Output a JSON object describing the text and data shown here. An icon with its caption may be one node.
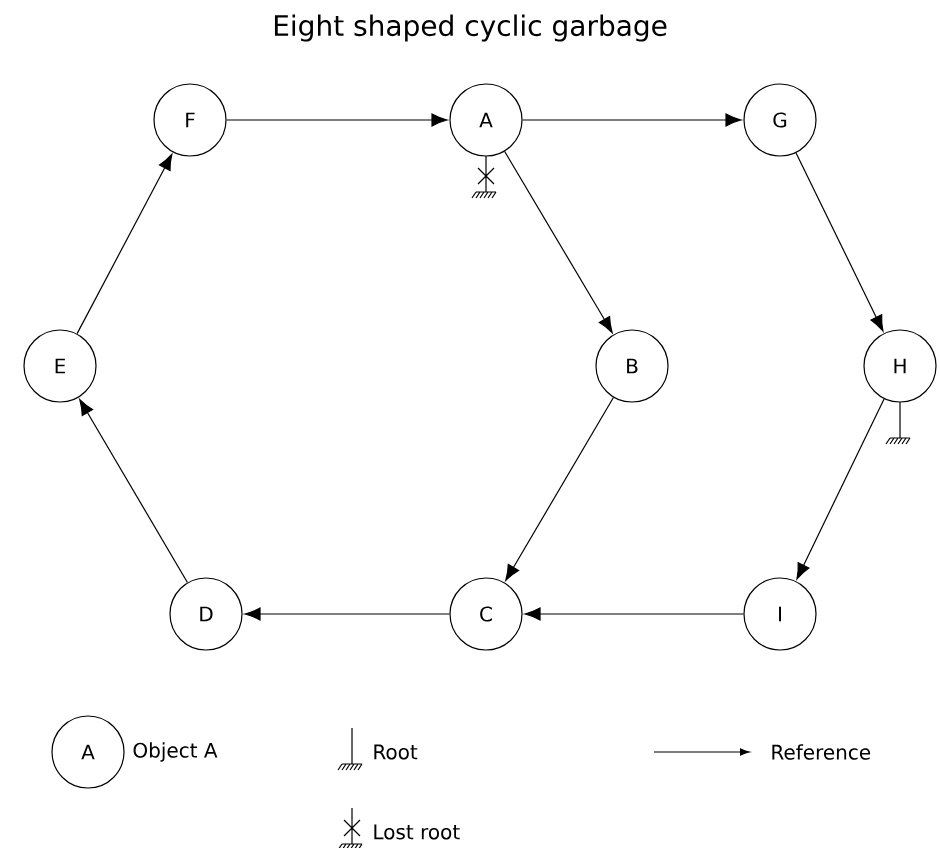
{
  "diagram": {
    "title": "Eight shaped cyclic garbage",
    "nodes": [
      {
        "text": [
          "F"
        ]
      },
      {
        "text": [
          "A"
        ]
      },
      {
        "text": [
          "G"
        ]
      },
      {
        "text": [
          "E"
        ]
      },
      {
        "text": [
          "B"
        ]
      },
      {
        "text": [
          "H"
        ]
      },
      {
        "text": [
          "D"
        ]
      },
      {
        "text": [
          "C"
        ]
      },
      {
        "text": [
          "I"
        ]
      },
      {
        "text": [
          "A"
        ]
      }
    ],
    "edges": [
      {
        "from": 0,
        "to": 1,
        "arrow": "to"
      },
      {
        "from": 1,
        "to": 2,
        "arrow": "to"
      },
      {
        "from": 1,
        "to": 4,
        "arrow": "to"
      },
      {
        "from": 2,
        "to": 5,
        "arrow": "to"
      },
      {
        "from": 4,
        "to": 7,
        "arrow": "to"
      },
      {
        "from": 5,
        "to": 8,
        "arrow": "to"
      },
      {
        "from": 8,
        "to": 7,
        "arrow": "to"
      },
      {
        "from": 7,
        "to": 6,
        "arrow": "to"
      },
      {
        "from": 6,
        "to": 3,
        "arrow": "to"
      },
      {
        "from": 3,
        "to": 0,
        "arrow": "to"
      }
    ],
    "legend": [
      {
        "text": "Object A"
      },
      {
        "text": "Root"
      },
      {
        "text": "Reference"
      },
      {
        "text": "Lost root"
      }
    ]
  }
}
